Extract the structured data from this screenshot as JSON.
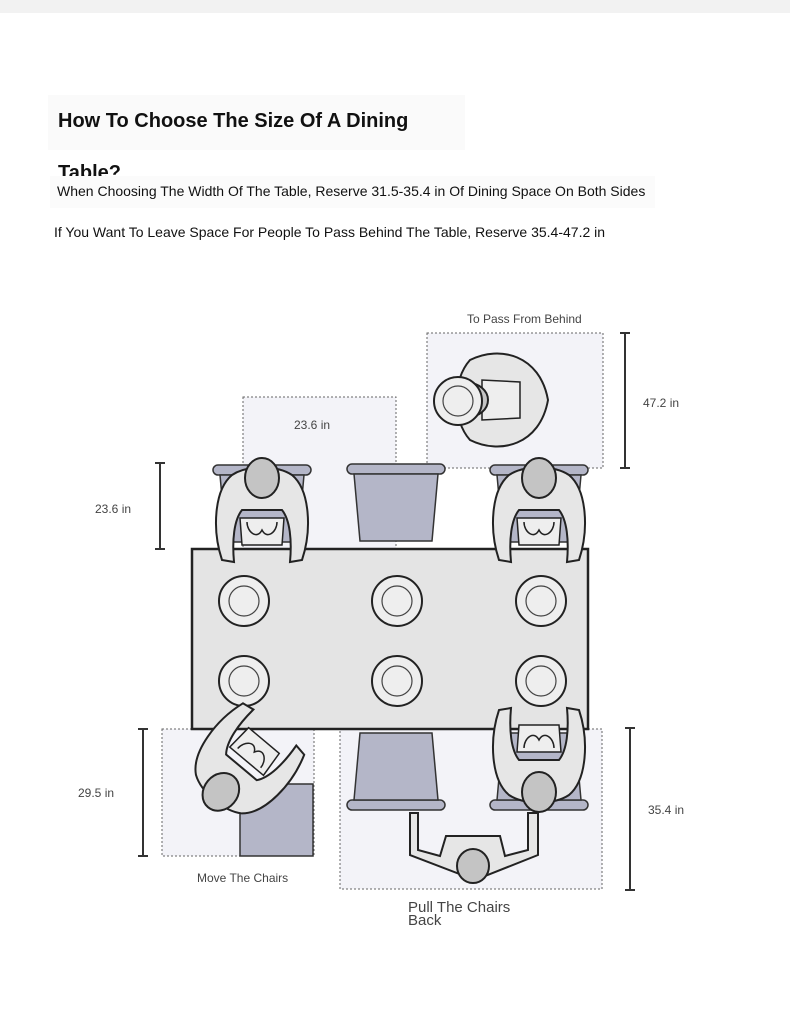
{
  "title": "How To Choose The Size Of A Dining Table?",
  "subtitle_width": "When Choosing The Width Of The Table, Reserve 31.5-35.4 in Of Dining Space On Both Sides",
  "subtitle_pass": "If You Want To Leave Space For People To Pass Behind The Table, Reserve 35.4-47.2 in",
  "diagram": {
    "label_pass": "To Pass From Behind",
    "dim_chair_width": "23.6 in",
    "dim_pass": "47.2 in",
    "dim_chair_depth": "23.6 in",
    "dim_move": "29.5 in",
    "dim_pull": "35.4 in",
    "label_move": "Move The Chairs",
    "label_pull": "Pull The Chairs Back"
  },
  "colors": {
    "chair": "#b4b6c8",
    "table": "#e4e4e4",
    "zone": "#f3f3f8",
    "head": "#c4c4c4"
  }
}
